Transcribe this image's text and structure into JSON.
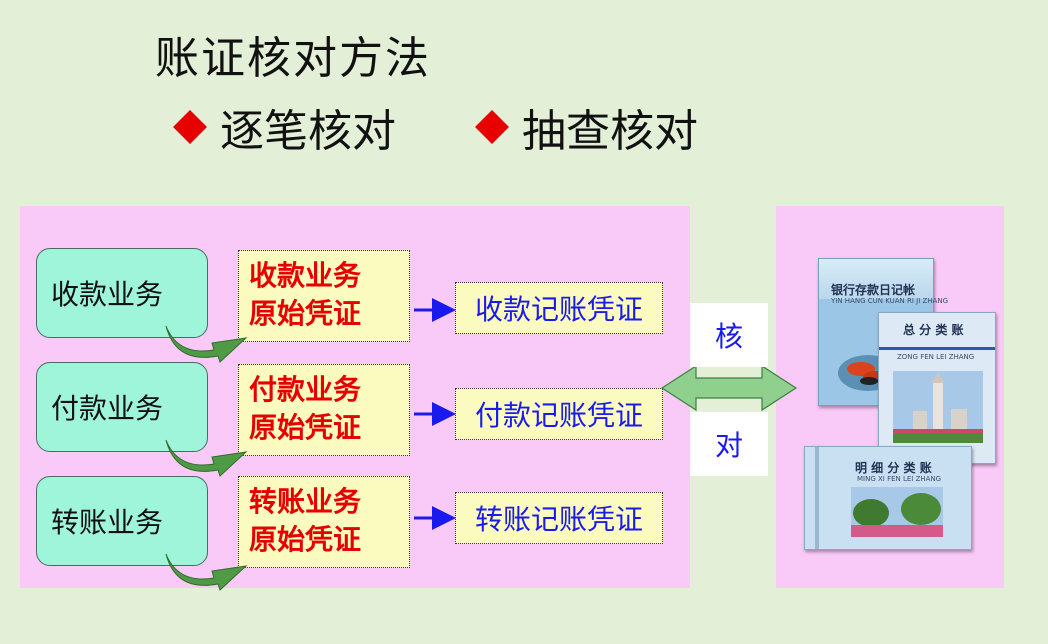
{
  "title": "账证核对方法",
  "methods": [
    "逐笔核对",
    "抽查核对"
  ],
  "rows": [
    {
      "business": "收款业务",
      "original": [
        "收款业务",
        "原始凭证"
      ],
      "voucher": "收款记账凭证"
    },
    {
      "business": "付款业务",
      "original": [
        "付款业务",
        "原始凭证"
      ],
      "voucher": "付款记账凭证"
    },
    {
      "business": "转账业务",
      "original": [
        "转账业务",
        "原始凭证"
      ],
      "voucher": "转账记账凭证"
    }
  ],
  "verify_label": [
    "核",
    "对"
  ],
  "books": {
    "bank_journal": {
      "title": "银行存款日记帐",
      "subtitle": "YIN HANG CUN KUAN RI JI ZHANG"
    },
    "general_ledger": {
      "title": "总 分 类 账",
      "subtitle": "ZONG FEN LEI ZHANG"
    },
    "detail_ledger": {
      "title": "明 细 分 类 账",
      "subtitle": "MING XI FEN LEI ZHANG"
    }
  },
  "colors": {
    "background": "#e3efd7",
    "panel": "#f9c9f7",
    "business_box": "#9ff5d9",
    "document_box": "#fbfbc0",
    "accent_red": "#e60000",
    "accent_blue": "#1a1aef",
    "curved_arrow": "#4f9a45"
  }
}
